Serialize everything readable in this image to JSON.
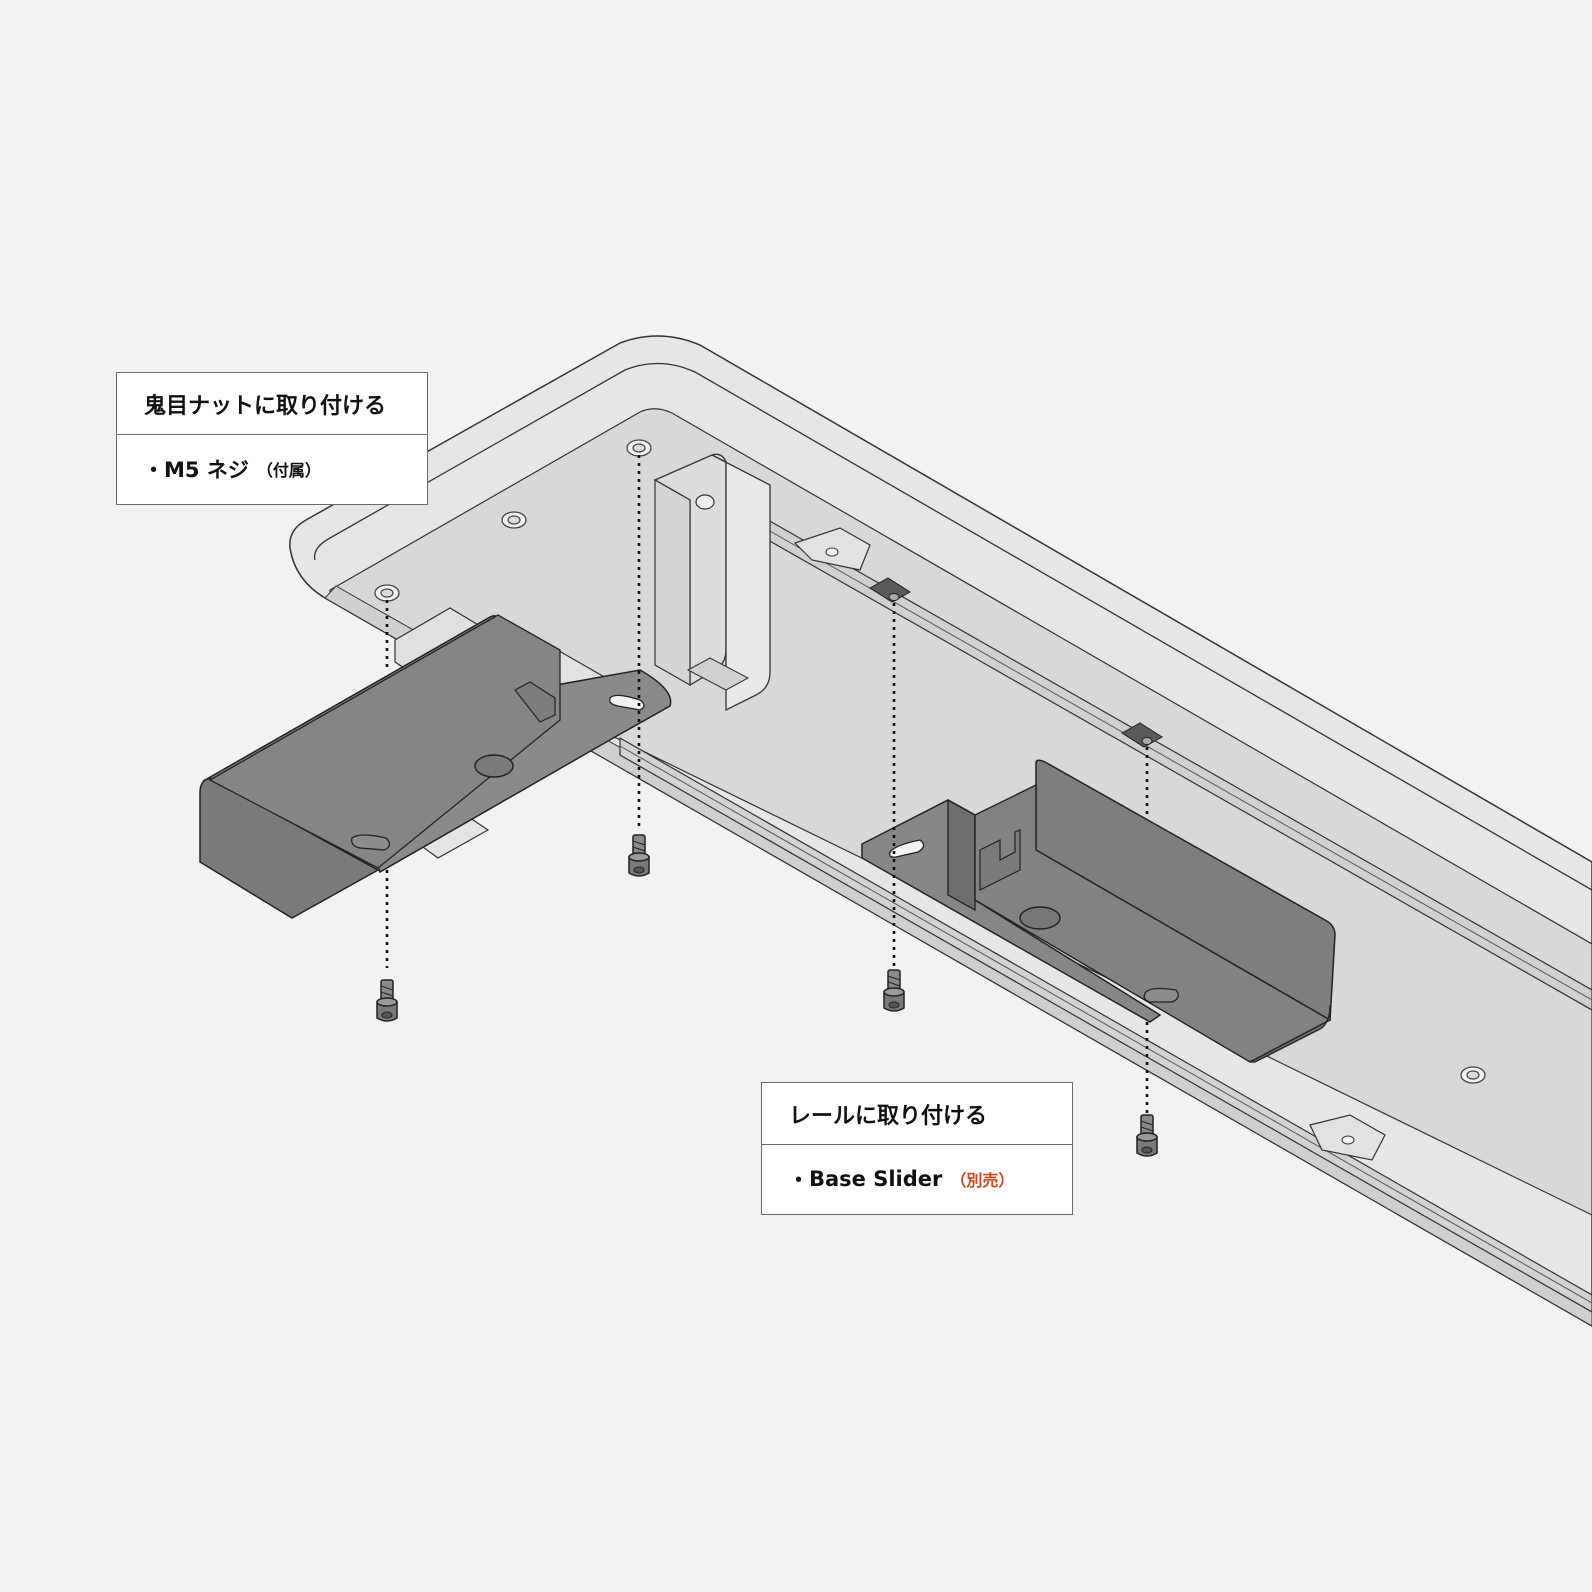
{
  "callouts": {
    "nut": {
      "title": "鬼目ナットに取り付ける",
      "bullet": "・",
      "item": "M5 ネジ",
      "note": "（付属）",
      "note_color": "#111111"
    },
    "rail": {
      "title": "レールに取り付ける",
      "bullet": "・",
      "item": "Base Slider",
      "note": "（別売）",
      "note_color": "#d6441c"
    }
  },
  "colors": {
    "background": "#f2f2f2",
    "board_top": "#e4e4e4",
    "board_bottom": "#d9d9d9",
    "bracket": "#7f7f7f",
    "outline": "#333333"
  },
  "parts": {
    "screw_icon": "hex-socket-screw-icon",
    "bracket_icon": "steel-bracket-icon",
    "insert_icon": "threaded-insert-icon"
  }
}
